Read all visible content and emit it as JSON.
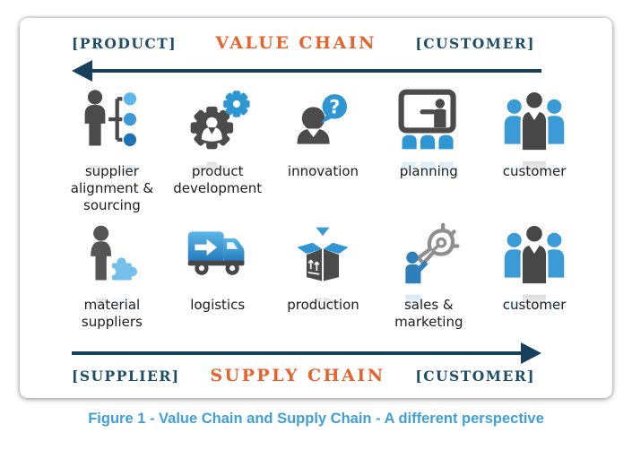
{
  "colors": {
    "navy_text": "#1d4d68",
    "arrow": "#16405c",
    "orange_title": "#e8622c",
    "caption_blue": "#3fa0d8",
    "icon_dark": "#4b4b4b",
    "icon_blue": "#2e96d3",
    "icon_light_blue": "#5db7ea",
    "icon_deep_blue": "#1f72b5"
  },
  "value_chain": {
    "label_left": "[PRODUCT]",
    "title": "VALUE CHAIN",
    "label_right": "[CUSTOMER]",
    "arrow_direction": "left",
    "items": [
      {
        "label": "supplier alignment & sourcing",
        "icon": "supplier-alignment-icon"
      },
      {
        "label": "product development",
        "icon": "product-development-icon"
      },
      {
        "label": "innovation",
        "icon": "innovation-icon"
      },
      {
        "label": "planning",
        "icon": "planning-icon"
      },
      {
        "label": "customer",
        "icon": "customer-icon"
      }
    ]
  },
  "supply_chain": {
    "label_left": "[SUPPLIER]",
    "title": "SUPPLY CHAIN",
    "label_right": "[CUSTOMER]",
    "arrow_direction": "right",
    "items": [
      {
        "label": "material suppliers",
        "icon": "material-suppliers-icon"
      },
      {
        "label": "logistics",
        "icon": "logistics-icon"
      },
      {
        "label": "production",
        "icon": "production-icon"
      },
      {
        "label": "sales & marketing",
        "icon": "sales-marketing-icon"
      },
      {
        "label": "customer",
        "icon": "customer-icon"
      }
    ]
  },
  "caption": "Figure 1 - Value Chain and Supply Chain - A different perspective",
  "innovation_bubble_glyph": "?"
}
